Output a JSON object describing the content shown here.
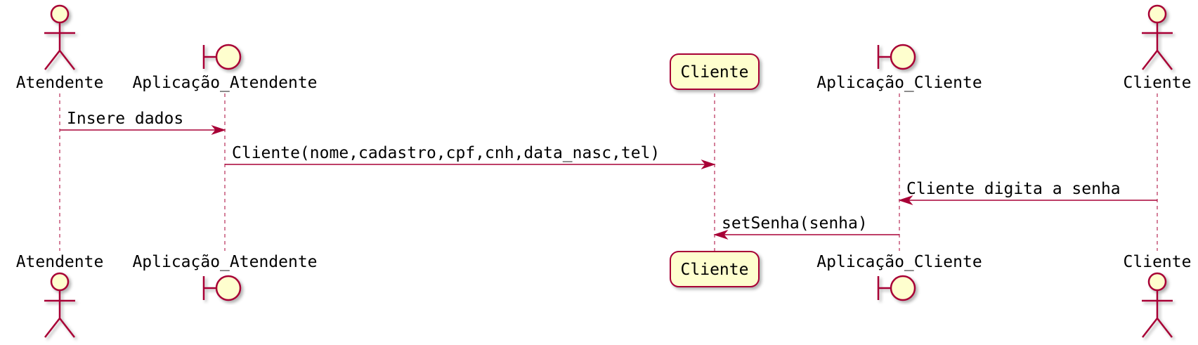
{
  "colors": {
    "stroke": "#A80036",
    "fill": "#FEFECE",
    "text": "#000000",
    "background": "#FFFFFF"
  },
  "participants": [
    {
      "id": "atendente",
      "type": "actor",
      "label": "Atendente"
    },
    {
      "id": "aplicacao_atendente",
      "type": "boundary",
      "label": "Aplicação_Atendente"
    },
    {
      "id": "cliente_obj",
      "type": "participant",
      "label": "Cliente"
    },
    {
      "id": "aplicacao_cliente",
      "type": "boundary",
      "label": "Aplicação_Cliente"
    },
    {
      "id": "cliente_actor",
      "type": "actor",
      "label": "Cliente"
    }
  ],
  "messages": [
    {
      "from": "atendente",
      "to": "aplicacao_atendente",
      "label": "Insere dados"
    },
    {
      "from": "aplicacao_atendente",
      "to": "cliente_obj",
      "label": "Cliente(nome,cadastro,cpf,cnh,data_nasc,tel)"
    },
    {
      "from": "cliente_actor",
      "to": "aplicacao_cliente",
      "label": "Cliente digita a senha"
    },
    {
      "from": "aplicacao_cliente",
      "to": "cliente_obj",
      "label": "setSenha(senha)"
    }
  ]
}
